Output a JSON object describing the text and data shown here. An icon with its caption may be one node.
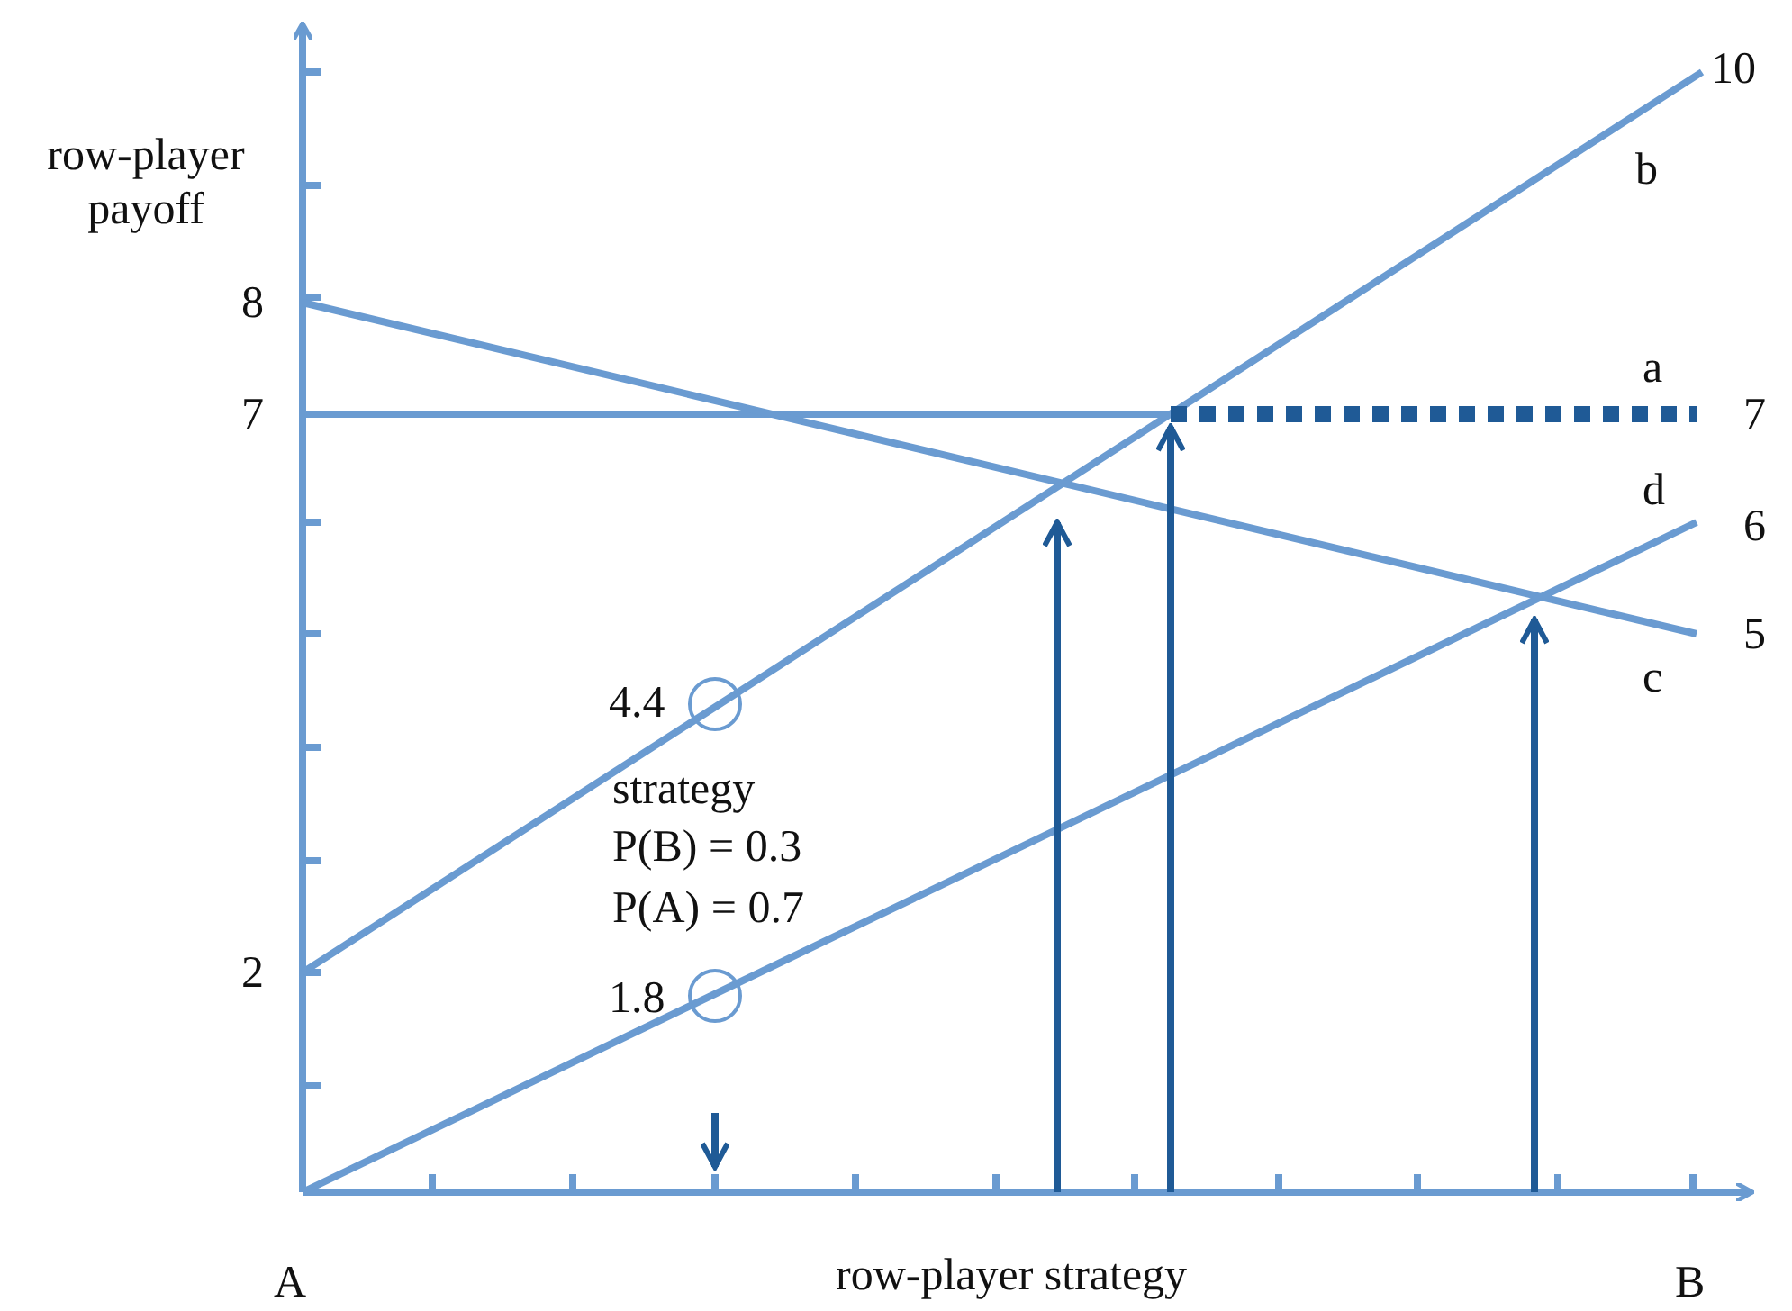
{
  "diagram": {
    "labels": [
      "row-player payoff",
      "10",
      "b",
      "8",
      "7",
      "a",
      "7",
      "d",
      "6",
      "5",
      "4.4",
      "c",
      "strategy",
      "P(B) = 0.3",
      "P(A) = 0.7",
      "2",
      "1.8",
      "A",
      "row-player strategy",
      "B"
    ]
  }
}
